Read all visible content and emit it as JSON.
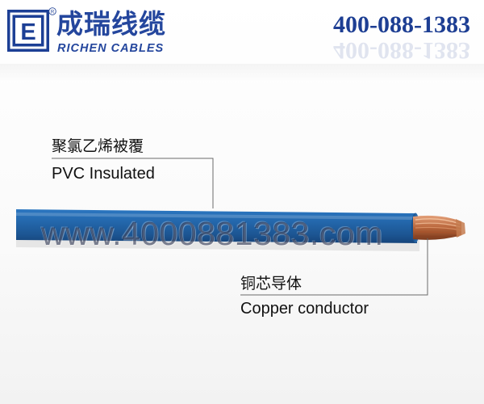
{
  "header": {
    "logo_letter": "E",
    "registered_mark": "R",
    "brand_cn": "成瑞线缆",
    "brand_en": "RICHEN CABLES",
    "phone": "400-088-1383",
    "brand_color": "#1c3f95"
  },
  "cable": {
    "insulation_label_cn": "聚氯乙烯被覆",
    "insulation_label_en": "PVC Insulated",
    "conductor_label_cn": "铜芯导体",
    "conductor_label_en": "Copper conductor",
    "insulation_color": "#1f62a8",
    "conductor_color": "#b8653a"
  },
  "watermark": {
    "text": "www.4000881383.com"
  }
}
